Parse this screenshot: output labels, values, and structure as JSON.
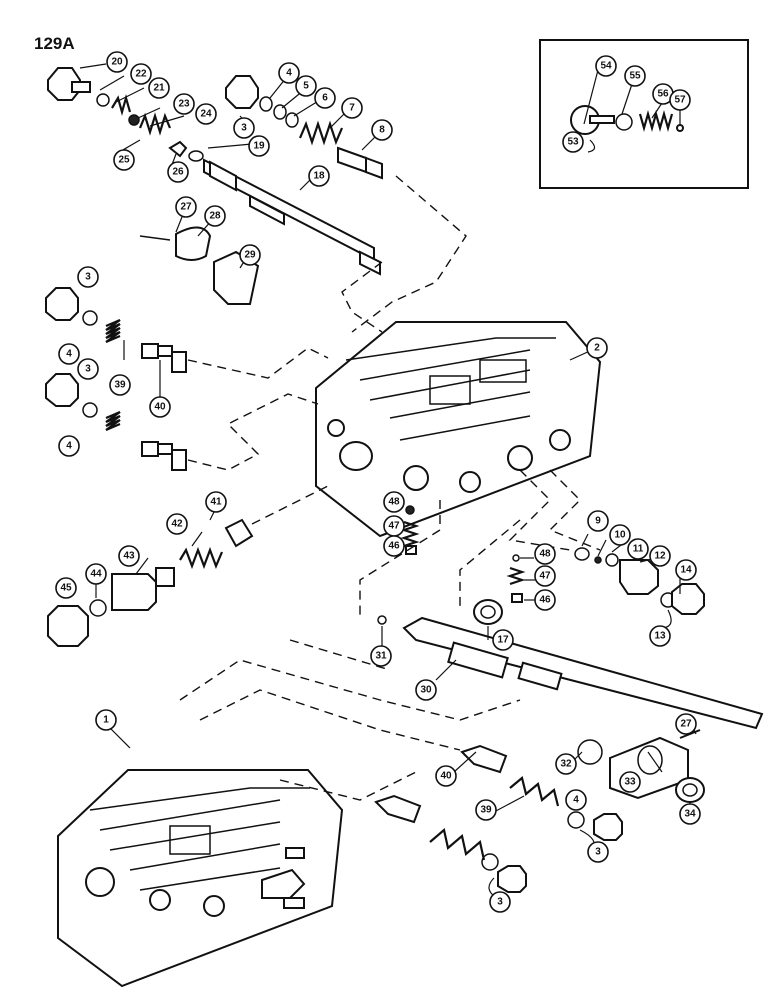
{
  "page_label": "129A",
  "callouts": [
    "20",
    "22",
    "21",
    "23",
    "24",
    "25",
    "26",
    "4",
    "5",
    "6",
    "3",
    "7",
    "8",
    "19",
    "18",
    "27",
    "28",
    "29",
    "54",
    "55",
    "56",
    "57",
    "53",
    "2",
    "3",
    "4",
    "39",
    "40",
    "3",
    "4",
    "41",
    "42",
    "43",
    "44",
    "45",
    "48",
    "47",
    "46",
    "9",
    "10",
    "11",
    "12",
    "14",
    "13",
    "48",
    "47",
    "46",
    "17",
    "31",
    "30",
    "1",
    "32",
    "33",
    "27",
    "34",
    "40",
    "39",
    "4",
    "3",
    "3"
  ]
}
